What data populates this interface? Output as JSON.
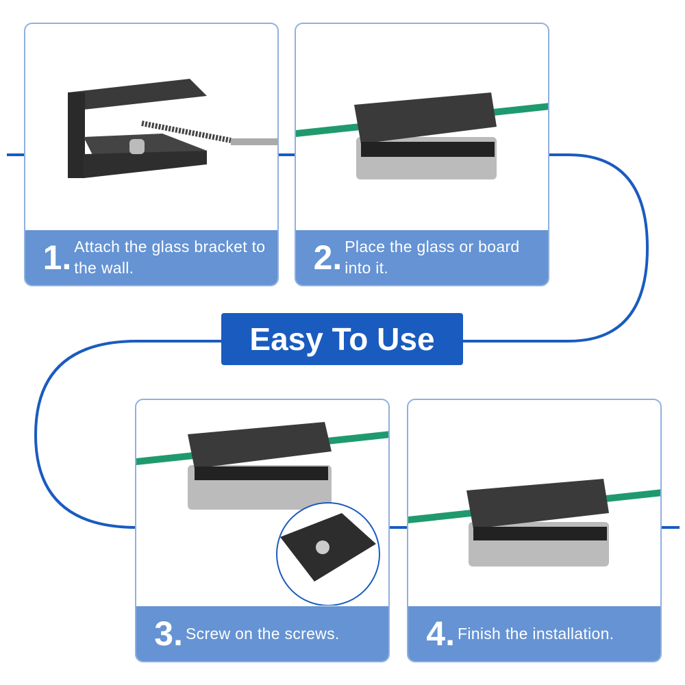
{
  "title": "Easy To Use",
  "steps": [
    {
      "number": "1.",
      "text": "Attach the glass bracket to the wall."
    },
    {
      "number": "2.",
      "text": "Place the glass or board into it."
    },
    {
      "number": "3.",
      "text": "Screw on the screws."
    },
    {
      "number": "4.",
      "text": "Finish the installation."
    }
  ],
  "colors": {
    "line": "#1a5bbf",
    "band": "#6593d3",
    "border": "#8fb0e0",
    "glass": "#1f9a6e"
  }
}
